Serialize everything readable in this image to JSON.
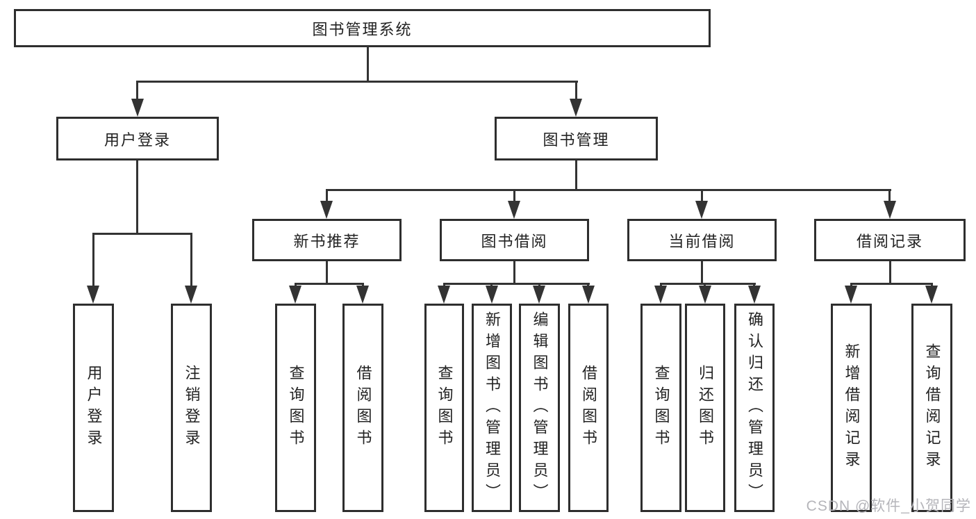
{
  "diagram": {
    "type": "hierarchy-tree",
    "root": {
      "label": "图书管理系统",
      "children": [
        {
          "label": "用户登录",
          "children": [
            {
              "label": "用户登录"
            },
            {
              "label": "注销登录"
            }
          ]
        },
        {
          "label": "图书管理",
          "children": [
            {
              "label": "新书推荐",
              "children": [
                {
                  "label": "查询图书"
                },
                {
                  "label": "借阅图书"
                }
              ]
            },
            {
              "label": "图书借阅",
              "children": [
                {
                  "label": "查询图书"
                },
                {
                  "label": "新增图书（管理员）"
                },
                {
                  "label": "编辑图书（管理员）"
                },
                {
                  "label": "借阅图书"
                }
              ]
            },
            {
              "label": "当前借阅",
              "children": [
                {
                  "label": "查询图书"
                },
                {
                  "label": "归还图书"
                },
                {
                  "label": "确认归还（管理员）"
                }
              ]
            },
            {
              "label": "借阅记录",
              "children": [
                {
                  "label": "新增借阅记录"
                },
                {
                  "label": "查询借阅记录"
                }
              ]
            }
          ]
        }
      ]
    }
  },
  "watermark": {
    "text": "CSDN @软件_小贺同学"
  },
  "colors": {
    "line": "#333333",
    "border": "#2e2e2e",
    "text": "#222222",
    "background": "#ffffff",
    "watermark": "#b5b5ba"
  }
}
